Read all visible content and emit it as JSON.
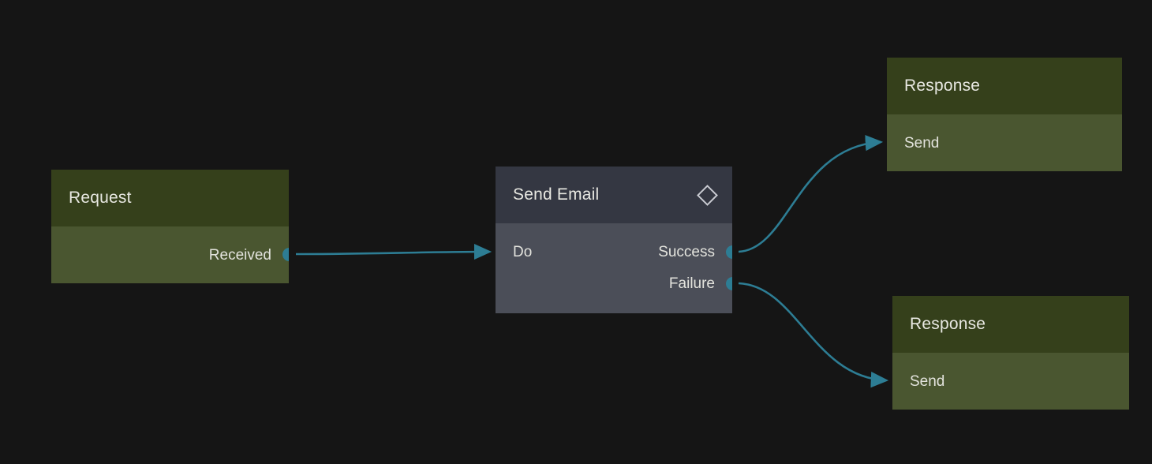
{
  "canvas": {
    "background_color": "#151515",
    "edge_color": "#2d7d94",
    "accent_color": "#2d7d94"
  },
  "nodes": [
    {
      "id": "request",
      "kind": "event",
      "title": "Request",
      "header_color": "#35401b",
      "body_color": "#4a5630",
      "inputs": [],
      "outputs": [
        {
          "label": "Received"
        }
      ]
    },
    {
      "id": "send-email",
      "kind": "action",
      "title": "Send Email",
      "header_icon": "diamond-icon",
      "header_color": "#343742",
      "body_color": "#4b4e58",
      "inputs": [
        {
          "label": "Do"
        }
      ],
      "outputs": [
        {
          "label": "Success"
        },
        {
          "label": "Failure"
        }
      ]
    },
    {
      "id": "response-success",
      "kind": "action",
      "title": "Response",
      "header_color": "#35401b",
      "body_color": "#4a5630",
      "inputs": [
        {
          "label": "Send"
        }
      ],
      "outputs": []
    },
    {
      "id": "response-failure",
      "kind": "action",
      "title": "Response",
      "header_color": "#35401b",
      "body_color": "#4a5630",
      "inputs": [
        {
          "label": "Send"
        }
      ],
      "outputs": []
    }
  ],
  "edges": [
    {
      "id": "edge-received-do",
      "from": "request.Received",
      "to": "send-email.Do"
    },
    {
      "id": "edge-success-send",
      "from": "send-email.Success",
      "to": "response-success.Send"
    },
    {
      "id": "edge-failure-send",
      "from": "send-email.Failure",
      "to": "response-failure.Send"
    }
  ]
}
